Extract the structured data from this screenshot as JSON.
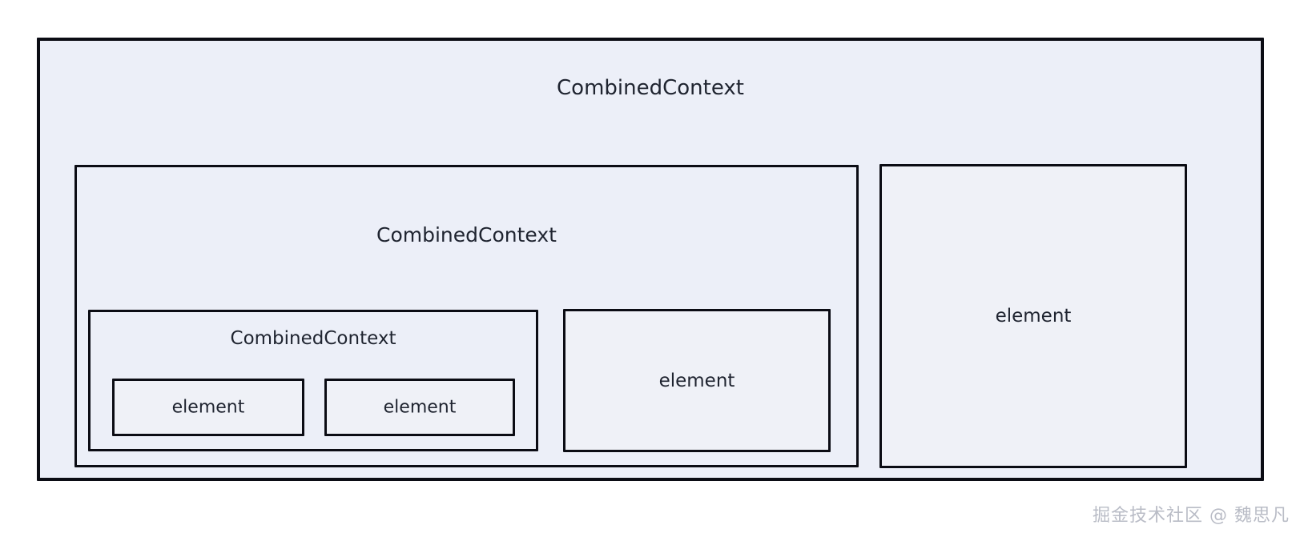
{
  "diagram": {
    "type": "nested-container-tree",
    "root": {
      "label": "CombinedContext",
      "children": [
        {
          "label": "CombinedContext",
          "children": [
            {
              "label": "CombinedContext",
              "children": [
                {
                  "label": "element"
                },
                {
                  "label": "element"
                }
              ]
            },
            {
              "label": "element"
            }
          ]
        },
        {
          "label": "element"
        }
      ]
    },
    "labels": {
      "outer_title": "CombinedContext",
      "mid_title": "CombinedContext",
      "inner_title": "CombinedContext",
      "element_1": "element",
      "element_2": "element",
      "element_3": "element",
      "element_4": "element"
    },
    "colors": {
      "page_background": "#ffffff",
      "container_fill": "#eceff8",
      "leaf_fill": "#eff1f7",
      "border": "#0b0c14",
      "text": "#1f2430",
      "watermark_text": "#b9bcc6"
    }
  },
  "watermark": {
    "text": "掘金技术社区 @ 魏思凡"
  }
}
